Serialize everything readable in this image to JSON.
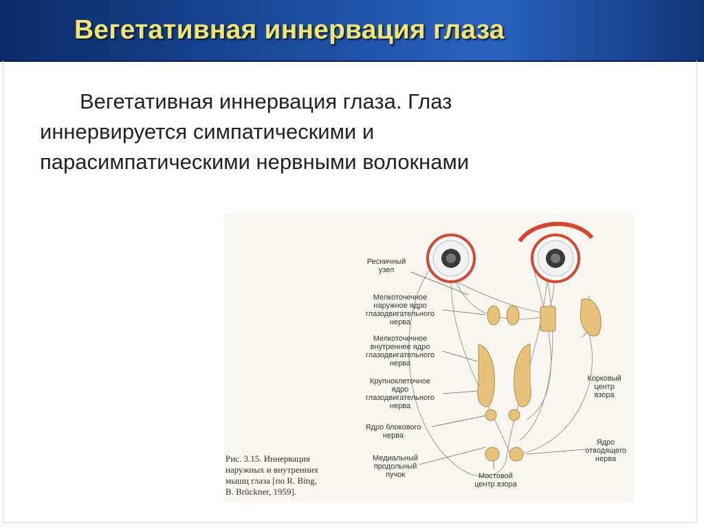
{
  "header": {
    "title": "Вегетативная иннервация глаза"
  },
  "content": {
    "paragraph_lines": [
      "Вегетативная иннервация глаза. Глаз",
      "иннервируется симпатическими и",
      "парасимпатическими нервными волокнами"
    ]
  },
  "figure": {
    "labels": {
      "ciliary_ganglion": "Ресничный\nузел",
      "small_outer_nucleus": "Мелкоточечное\nнаружное ядро\nглазодвигательного\nнерва",
      "small_inner_nucleus": "Мелкоточечное\nвнутреннее ядро\nглазодвигательного\nнерва",
      "large_cell_nucleus": "Крупноклеточное\nядро\nглазодвигательного\nнерва",
      "trochlear_nucleus": "Ядро блокового\nнерва",
      "medial_fasciculus": "Медиальный\nпродольный\nпучок",
      "pontine_center": "Мостовой\nцентр взора",
      "abducens_nucleus": "Ядро\nотводящего\nнерва",
      "cortical_center": "Корковый\nцентр\nвзора"
    },
    "caption": "Рис. 3.15. Иннервация\nнаружных и внутренних\nмышц глаза [по R. Bing,\nB. Brückner, 1959]."
  },
  "colors": {
    "title_text": "#f3e56a",
    "title_bar": "#1d4fa3",
    "nucleus_fill": "#e6c27a",
    "muscle_red": "#d8452a"
  }
}
